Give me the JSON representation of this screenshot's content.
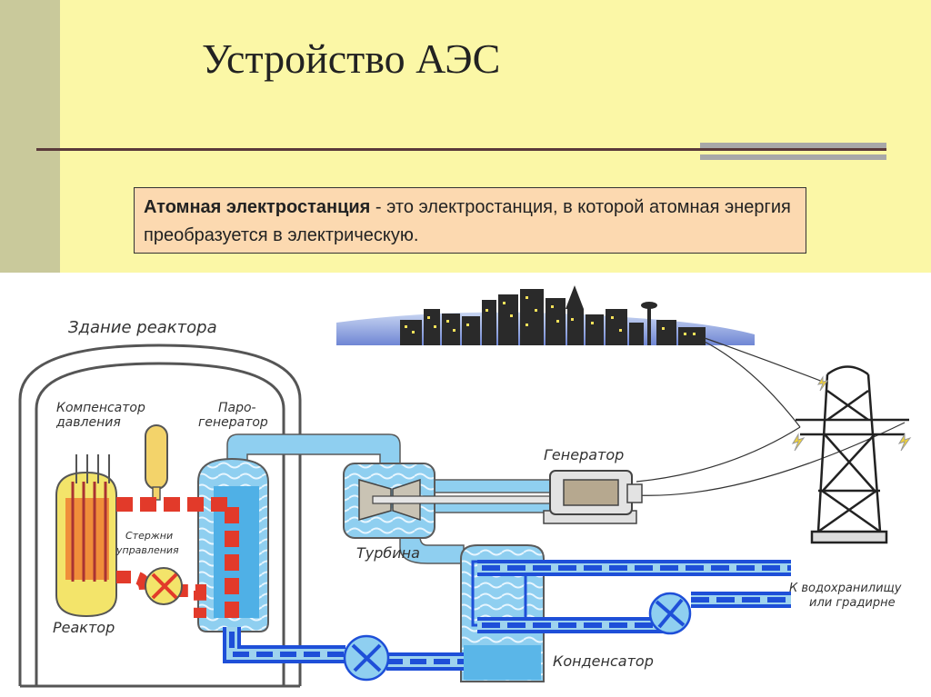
{
  "slide": {
    "title": "Устройство АЭС",
    "definition_term": "Атомная электростанция",
    "definition_text": " - это электростанция, в которой атомная энергия преобразуется в электрическую."
  },
  "diagram": {
    "labels": {
      "reactor_building": "Здание реактора",
      "pressurizer_line1": "Компенсатор",
      "pressurizer_line2": "давления",
      "steam_gen_line1": "Паро-",
      "steam_gen_line2": "генератор",
      "control_rods_line1": "Стержни",
      "control_rods_line2": "управления",
      "reactor": "Реактор",
      "turbine": "Турбина",
      "generator": "Генератор",
      "condenser": "Конденсатор",
      "water_out_line1": "К водохранилищу",
      "water_out_line2": "или градирне"
    },
    "colors": {
      "hot_loop": "#e23a2a",
      "cold_loop": "#1e4fd8",
      "water": "#9ed3ee",
      "reactor_core": "#f3e46a",
      "pipes": "#7cc6ea"
    }
  }
}
